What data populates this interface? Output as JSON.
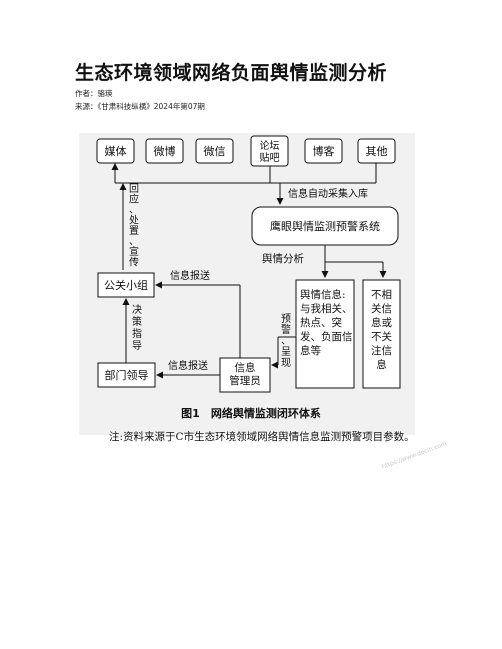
{
  "article": {
    "title": "生态环境领域网络负面舆情监测分析",
    "author": "作者：骆瑛",
    "source": "来源：《甘肃科技纵横》2024年第07期"
  },
  "figure": {
    "sources": [
      "媒体",
      "微博",
      "微信",
      "论坛\n贴吧",
      "博客",
      "其他"
    ],
    "collect_label": "信息自动采集入库",
    "system_label": "鹰眼舆情监测预警系统",
    "analysis_label": "舆情分析",
    "relevant_box": "舆情信息:\n与我相关、\n热点、突\n发、负面信\n息等",
    "irrelevant_box": "不相\n关信\n息或\n不关\n注信\n息",
    "warn_label": "预警、呈现",
    "officer_box": "信息\n管理员",
    "report_label_1": "信息报送",
    "report_label_2": "信息报送",
    "leader_box": "部门领导",
    "pr_box": "公关小组",
    "decision_label": "决策指导",
    "respond_label": "回应、处置、宣传",
    "caption": "图1　网络舆情监测闭环体系"
  },
  "note": "注:资料来源于C市生态环境领域网络舆情信息监测预警项目参数。",
  "watermark": "https://www.docin.com"
}
